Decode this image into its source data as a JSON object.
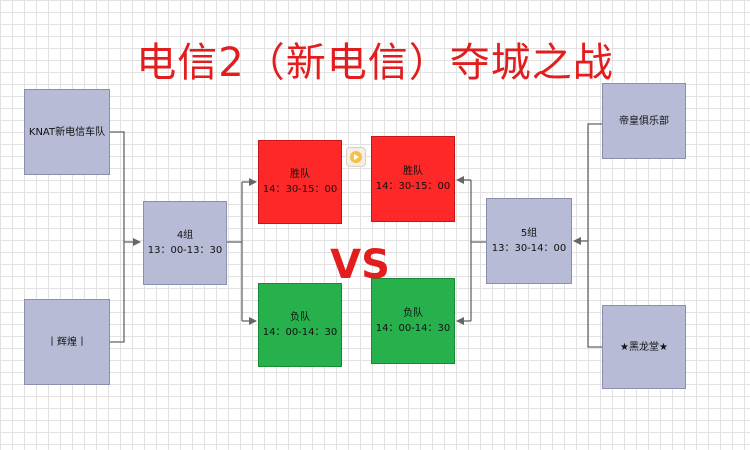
{
  "title": "电信2（新电信）夺城之战",
  "vs": "VS",
  "colors": {
    "title": "#e31d1d",
    "team_box": "#b7bbd6",
    "winner_box": "#ff2828",
    "loser_box": "#27b14c",
    "connector": "#666666"
  },
  "left_teams": [
    "KNAT新电信车队",
    "丨辉煌丨"
  ],
  "right_teams": [
    "帝皇俱乐部",
    "★黑龙堂★"
  ],
  "left_group": {
    "name": "4组",
    "time": "13：00-13：30"
  },
  "right_group": {
    "name": "5组",
    "time": "13：30-14：00"
  },
  "left_winner": {
    "name": "胜队",
    "time": "14：30-15：00"
  },
  "right_winner": {
    "name": "胜队",
    "time": "14：30-15：00"
  },
  "left_loser": {
    "name": "负队",
    "time": "14：00-14：30"
  },
  "right_loser": {
    "name": "负队",
    "time": "14：00-14：30"
  },
  "icons": {
    "media": "play-badge-icon"
  }
}
